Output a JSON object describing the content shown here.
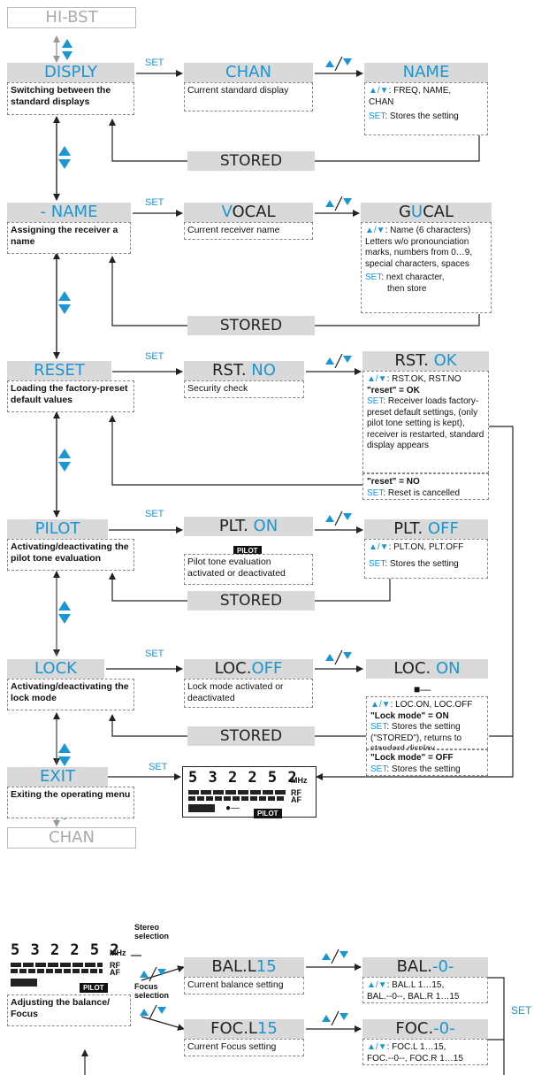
{
  "top_state": "HI-BST",
  "bottom_state": "CHAN",
  "set": "SET",
  "stored": "STORED",
  "updown_glyph": "▲/▼",
  "menu": {
    "disply": {
      "title": "DISPLY",
      "desc": "Switching between the standard displays",
      "current_title": "CHAN",
      "current_desc": "Current standard display",
      "option_title": "NAME",
      "option_line1": ": FREQ, NAME,",
      "option_line2": "CHAN",
      "option_set": ": Stores the setting"
    },
    "name": {
      "title": "- NAME",
      "desc": "Assigning the receiver a name",
      "current_title_a": "V",
      "current_title_b": "OCAL",
      "current_desc": "Current receiver name",
      "option_title_a": "G",
      "option_title_b": "U",
      "option_title_c": "CAL",
      "option_lines": [
        ": Name (6 characters)",
        "Letters w/o pronounciation",
        "marks, numbers from 0…9,",
        "special characters, spaces"
      ],
      "option_set": ": next character,",
      "option_set2": "then store"
    },
    "reset": {
      "title": "RESET",
      "desc": "Loading the factory-preset default values",
      "current_title_a": "RST. ",
      "current_title_b": "NO",
      "current_desc": "Security check",
      "option_title_a": "RST. ",
      "option_title_b": "OK",
      "line1": ": RST.OK, RST.NO",
      "ok_head": "\"reset\" = OK",
      "ok_set": ": Receiver loads factory-preset default settings, (only pilot tone setting is kept), receiver is restarted, standard display appears",
      "no_head": "\"reset\" = NO",
      "no_set": ": Reset is cancelled"
    },
    "pilot": {
      "title": "PILOT",
      "desc": "Activating/deactivating the pilot tone evaluation",
      "current_title_a": "PLT.  ",
      "current_title_b": "ON",
      "chip": "PILOT",
      "current_desc": "Pilot tone evaluation activated or deactivated",
      "option_title_a": "PLT.  ",
      "option_title_b": "OFF",
      "line1": ": PLT.ON, PLT.OFF",
      "option_set": ": Stores the setting"
    },
    "lock": {
      "title": "LOCK",
      "desc": "Activating/deactivating the lock mode",
      "current_title_a": "LOC.",
      "current_title_b": "OFF",
      "current_desc": "Lock mode activated or deactivated",
      "option_title_a": "LOC.  ",
      "option_title_b": "ON",
      "line1": ": LOC.ON, LOC.OFF",
      "on_head": "\"Lock mode\" = ON",
      "on_set": ": Stores the setting (\"STORED\"), returns to standard display",
      "off_head": "\"Lock mode\" = OFF",
      "off_set": ": Stores the setting"
    },
    "exit": {
      "title": "EXIT",
      "desc": "Exiting the operating menu"
    }
  },
  "lcd": {
    "digits": "5 3 2 2 5 2",
    "mhz": "MHz",
    "rf": "RF",
    "af": "AF",
    "pilot": "PILOT"
  },
  "balance": {
    "desc": "Adjusting the balance/ Focus",
    "stereo": "Stereo selection",
    "focus": "Focus selection",
    "bal_title_a": "BAL.L",
    "bal_title_b": "15",
    "bal_desc": "Current balance setting",
    "bal_opt_a": "BAL.",
    "bal_opt_b": "-0-",
    "bal_opt_line1": ": BAL.L 1…15,",
    "bal_opt_line2": "BAL.--0--, BAL.R 1…15",
    "foc_title_a": "FOC.L",
    "foc_title_b": "15",
    "foc_desc": "Current Focus setting",
    "foc_opt_a": "FOC.",
    "foc_opt_b": "-0-",
    "foc_opt_line1": ": FOC.L 1…15,",
    "foc_opt_line2": "FOC.--0--, FOC.R 1…15",
    "set": "SET"
  },
  "colors": {
    "accent": "#1a96d4",
    "box": "#d9d9d9"
  }
}
